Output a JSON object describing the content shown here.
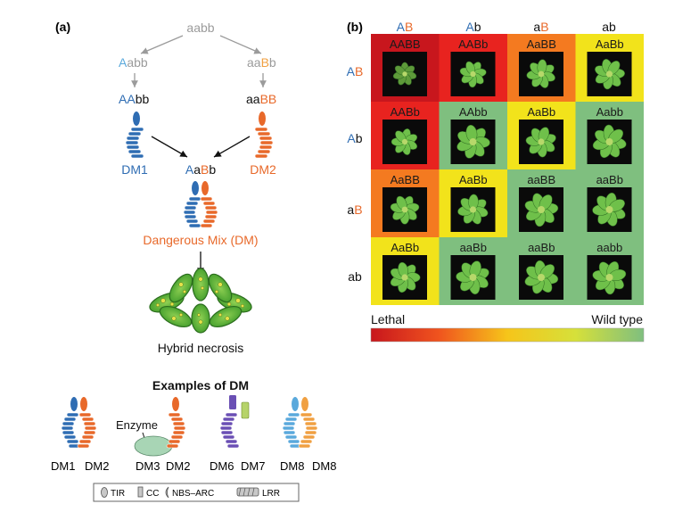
{
  "panel_a": {
    "label": "(a)",
    "parent": {
      "p1": "aabb"
    },
    "gen1": {
      "left": {
        "p1": "A",
        "p2": "abb"
      },
      "right": {
        "p1": "aa",
        "p2": "B",
        "p3": "b"
      }
    },
    "gen2": {
      "left": {
        "p1": "AA",
        "p2": "bb"
      },
      "right": {
        "p1": "aa",
        "p2": "BB"
      }
    },
    "dm1_label": "DM1",
    "dm2_label": "DM2",
    "hybrid": {
      "p1": "A",
      "p2": "a",
      "p3": "B",
      "p4": "b"
    },
    "dangerous_mix": "Dangerous Mix (DM)",
    "hybrid_necrosis": "Hybrid necrosis",
    "examples_title": "Examples of DM",
    "enzyme_label": "Enzyme",
    "examples": [
      {
        "left": "DM1",
        "right": "DM2"
      },
      {
        "left": "DM3",
        "right": "DM2"
      },
      {
        "left": "DM6",
        "right": "DM7"
      },
      {
        "left": "DM8",
        "right": "DM8"
      }
    ],
    "legend": [
      {
        "icon": "tir-icon",
        "label": "TIR"
      },
      {
        "icon": "cc-icon",
        "label": "CC"
      },
      {
        "icon": "nbs-arc-icon",
        "label": "NBS–ARC"
      },
      {
        "icon": "lrr-icon",
        "label": "LRR"
      }
    ]
  },
  "panel_b": {
    "label": "(b)",
    "col_headers": [
      {
        "p1": "A",
        "p2": "B",
        "c1": "#2f6db3",
        "c2": "#e8692a"
      },
      {
        "p1": "A",
        "p2": "b",
        "c1": "#2f6db3",
        "c2": "#111111"
      },
      {
        "p1": "a",
        "p2": "B",
        "c1": "#111111",
        "c2": "#e8692a"
      },
      {
        "p1": "a",
        "p2": "b",
        "c1": "#111111",
        "c2": "#111111"
      }
    ],
    "row_headers": [
      {
        "p1": "A",
        "p2": "B",
        "c1": "#2f6db3",
        "c2": "#e8692a"
      },
      {
        "p1": "A",
        "p2": "b",
        "c1": "#2f6db3",
        "c2": "#111111"
      },
      {
        "p1": "a",
        "p2": "B",
        "c1": "#111111",
        "c2": "#e8692a"
      },
      {
        "p1": "a",
        "p2": "b",
        "c1": "#111111",
        "c2": "#111111"
      }
    ],
    "grid": [
      [
        {
          "g": "AABB",
          "color": "#c8161d"
        },
        {
          "g": "AABb",
          "color": "#e8231f"
        },
        {
          "g": "AaBB",
          "color": "#f47a20"
        },
        {
          "g": "AaBb",
          "color": "#f2e31b"
        }
      ],
      [
        {
          "g": "AABb",
          "color": "#e8231f"
        },
        {
          "g": "AAbb",
          "color": "#7fbf7f"
        },
        {
          "g": "AaBb",
          "color": "#f2e31b"
        },
        {
          "g": "Aabb",
          "color": "#7fbf7f"
        }
      ],
      [
        {
          "g": "AaBB",
          "color": "#f47a20"
        },
        {
          "g": "AaBb",
          "color": "#f2e31b"
        },
        {
          "g": "aaBB",
          "color": "#7fbf7f"
        },
        {
          "g": "aaBb",
          "color": "#7fbf7f"
        }
      ],
      [
        {
          "g": "AaBb",
          "color": "#f2e31b"
        },
        {
          "g": "aaBb",
          "color": "#7fbf7f"
        },
        {
          "g": "aaBb",
          "color": "#7fbf7f"
        },
        {
          "g": "aabb",
          "color": "#7fbf7f"
        }
      ]
    ],
    "scale_left": "Lethal",
    "scale_right": "Wild type",
    "scale_colors": [
      "#c8161d",
      "#f0541e",
      "#f6c51a",
      "#d6e03a",
      "#7fbf7f"
    ]
  },
  "colors": {
    "blue": "#2f6db3",
    "light_blue": "#5aa9dc",
    "orange": "#e8692a",
    "light_orange": "#f0a042",
    "gray": "#9b9b9b",
    "purple": "#6a4fb4",
    "lime": "#b6d36a",
    "enzyme": "#a8d5b5",
    "cell_green": "#7fbf7f"
  }
}
